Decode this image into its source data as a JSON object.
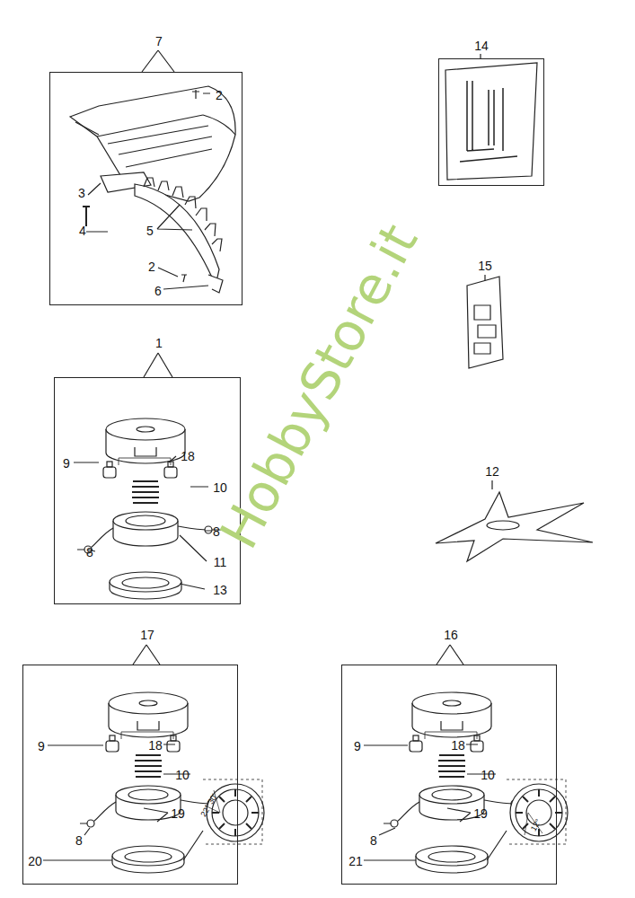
{
  "diagram": {
    "nodes": [
      {
        "text": [
          "7",
          "2",
          "3",
          "4",
          "5",
          "2",
          "6"
        ]
      },
      {
        "text": [
          "14"
        ]
      },
      {
        "text": [
          "1",
          "9",
          "18",
          "10",
          "8",
          "8",
          "11",
          "13"
        ]
      },
      {
        "text": [
          "17",
          "9",
          "18",
          "10",
          "8",
          "19",
          "20",
          "22° 30'"
        ]
      },
      {
        "text": [
          "16",
          "9",
          "18",
          "10",
          "8",
          "19",
          "21",
          "12°"
        ]
      }
    ],
    "labels": [
      "15",
      "12",
      "HobbyStore.it"
    ]
  }
}
